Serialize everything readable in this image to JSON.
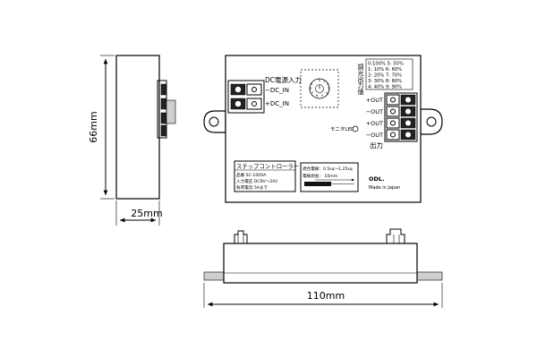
{
  "dimensions": {
    "height": "66mm",
    "depth": "25mm",
    "width": "110mm"
  },
  "dc_input": {
    "title": "DC電源入力",
    "terminal_minus": "−DC_IN",
    "terminal_plus": "+DC_IN"
  },
  "output": {
    "label": "出力",
    "terminals": [
      "+OUT",
      "−OUT",
      "+OUT",
      "−OUT"
    ]
  },
  "brightness": {
    "title": "調光出力値",
    "table": [
      "0:100%  5: 50%",
      "1: 10%  6: 60%",
      "2: 20%  7: 70%",
      "3: 30%  8: 80%",
      "4: 40%  9: 90%"
    ]
  },
  "monitor_led": "モニタLED",
  "label_plate": {
    "title": "ステップコントローラー",
    "rows": [
      "品番  SC-1000A",
      "入力電圧  DC9V〜24V",
      "負荷電流  5Aまで"
    ]
  },
  "wire_spec": {
    "rows": [
      "適合電線：0.5sq〜1.25sq",
      "電線剥長：  10mm"
    ]
  },
  "brand": {
    "name": "ODL.",
    "origin": "Made in Japan"
  }
}
